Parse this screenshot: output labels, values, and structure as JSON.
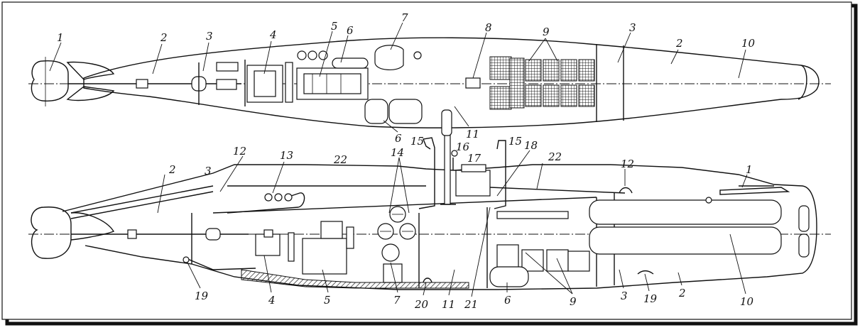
{
  "diagram": {
    "top_view_labels": [
      "1",
      "2",
      "3",
      "4",
      "5",
      "6",
      "7",
      "8",
      "9",
      "10",
      "3",
      "2",
      "6",
      "11"
    ],
    "side_view_labels": [
      "12",
      "13",
      "14",
      "15",
      "16",
      "17",
      "15",
      "18",
      "22",
      "22",
      "2",
      "3",
      "12",
      "1",
      "19",
      "4",
      "5",
      "7",
      "20",
      "11",
      "21",
      "6",
      "9",
      "3",
      "19",
      "2",
      "10"
    ]
  }
}
